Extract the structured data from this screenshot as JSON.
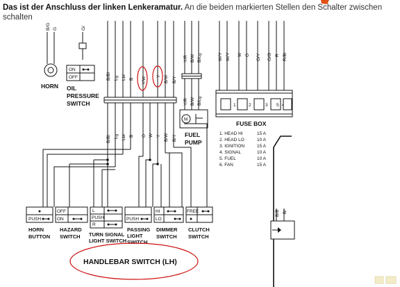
{
  "caption": {
    "bold": "Das ist der Anschluss der linken Lenkeramatur.",
    "rest": " An die beiden markierten Stellen den Schalter zwischen schalten"
  },
  "horn": {
    "wires": [
      "B/G",
      "G"
    ],
    "label": "HORN"
  },
  "oil": {
    "wire": "G/",
    "states": [
      "ON",
      "OFF"
    ],
    "label_lines": [
      "OIL",
      "PRESSURE",
      "SWITCH"
    ]
  },
  "connector_top": {
    "wires": [
      "B/Bl",
      "Lg",
      "Lbl",
      "B",
      "Y/W",
      "Y",
      "B/W",
      "B/Y"
    ]
  },
  "connector_bottom": {
    "wires": [
      "B/Bl",
      "Lg",
      "Lbl",
      "B",
      "O",
      "W",
      "Y",
      "B/W",
      "B/Y"
    ]
  },
  "fuel": {
    "wires_top": [
      "Y/R",
      "B/W",
      "B/Lg"
    ],
    "wires_bottom": [
      "Y/R",
      "B/W",
      "B/Lg"
    ],
    "motor": "M",
    "label_lines": [
      "FUEL",
      "PUMP"
    ]
  },
  "fusebox": {
    "wires": [
      "W/Y",
      "W/Y",
      "W",
      "O",
      "O/Y",
      "O/G",
      "R",
      "R/Bl"
    ],
    "label": "FUSE BOX",
    "slots": [
      "1",
      "2",
      "3",
      "4",
      "5"
    ],
    "fuses": [
      {
        "name": "1. HEAD HI",
        "amp": "15 A"
      },
      {
        "name": "2. HEAD LO",
        "amp": "10 A"
      },
      {
        "name": "3. IGNITION",
        "amp": "15 A"
      },
      {
        "name": "4. SIGNAL",
        "amp": "10 A"
      },
      {
        "name": "5. FUEL",
        "amp": "10 A"
      },
      {
        "name": "6. FAN",
        "amp": "15 A"
      }
    ]
  },
  "right_wires": [
    "B/B",
    "B/"
  ],
  "switches": [
    {
      "id": "horn",
      "rows": [
        "",
        "PUSH"
      ],
      "label_lines": [
        "HORN",
        "BUTTON"
      ]
    },
    {
      "id": "hazard",
      "rows": [
        "OFF",
        "ON"
      ],
      "label_lines": [
        "HAZARD",
        "SWITCH"
      ]
    },
    {
      "id": "turn",
      "rows": [
        "L",
        "PUSH",
        "R"
      ],
      "label_lines": [
        "TURN SIGNAL",
        "LIGHT SWITCH"
      ]
    },
    {
      "id": "passing",
      "rows": [
        "",
        "PUSH"
      ],
      "label_lines": [
        "PASSING",
        "LIGHT",
        "SWITCH"
      ]
    },
    {
      "id": "dimmer",
      "rows": [
        "HI",
        "LO"
      ],
      "label_lines": [
        "DIMMER",
        "SWITCH"
      ]
    },
    {
      "id": "clutch",
      "rows": [
        "FREE",
        ""
      ],
      "label_lines": [
        "CLUTCH",
        "SWITCH"
      ]
    }
  ],
  "handlebar_label": "HANDLEBAR SWITCH (LH)",
  "colors": {
    "highlight": "#cc1111",
    "line": "#111111"
  }
}
